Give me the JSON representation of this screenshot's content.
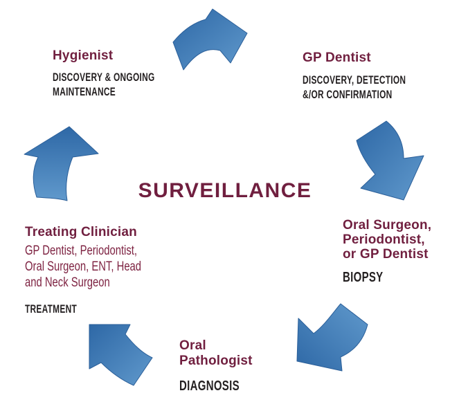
{
  "diagram": {
    "center_label": "SURVEILLANCE",
    "nodes": {
      "hygienist": {
        "role": "Hygienist",
        "action_lines": [
          "DISCOVERY & ONGOING",
          "MAINTENANCE"
        ]
      },
      "gp_dentist": {
        "role": "GP Dentist",
        "action_lines": [
          "DISCOVERY, DETECTION",
          "&/OR CONFIRMATION"
        ]
      },
      "oral_surgeon": {
        "role_lines": [
          "Oral Surgeon,",
          "Periodontist,",
          "or GP Dentist"
        ],
        "action": "BIOPSY"
      },
      "oral_pathologist": {
        "role_lines": [
          "Oral",
          "Pathologist"
        ],
        "action": "DIAGNOSIS"
      },
      "treating_clinician": {
        "role": "Treating Clinician",
        "detail_lines": [
          "GP Dentist, Periodontist,",
          "Oral Surgeon, ENT, Head",
          "and Neck Surgeon"
        ],
        "action": "TREATMENT"
      }
    },
    "arrows": [
      {
        "name": "hygienist-to-gp-dentist",
        "direction": "right"
      },
      {
        "name": "gp-dentist-to-oral-surgeon",
        "direction": "down"
      },
      {
        "name": "oral-surgeon-to-oral-pathologist",
        "direction": "down-left"
      },
      {
        "name": "oral-pathologist-to-treating-clinician",
        "direction": "up-left"
      },
      {
        "name": "treating-clinician-to-hygienist",
        "direction": "up"
      }
    ]
  },
  "colors": {
    "maroon": "#701F3F",
    "maroon_light": "#7E2342",
    "text_black": "#231F20",
    "arrow_blue_dark": "#2E68A6",
    "arrow_blue_light": "#6099CC",
    "arrow_outline": "#2B5F99",
    "background": "#FFFFFF"
  }
}
